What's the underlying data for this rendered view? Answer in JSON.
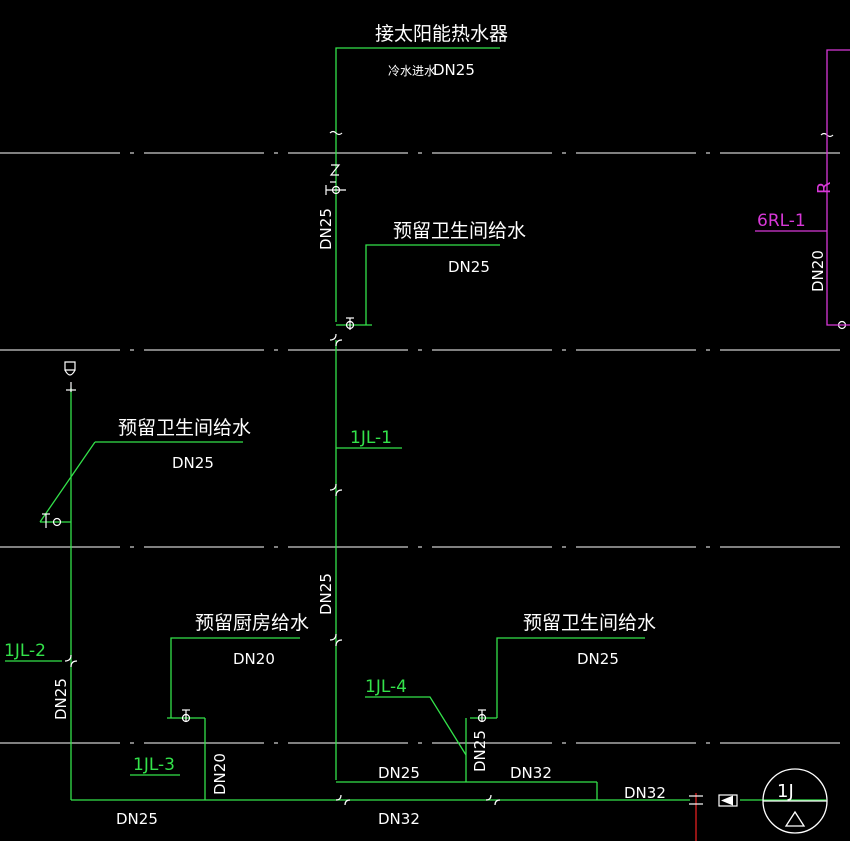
{
  "labels": {
    "solar_heater": "接太阳能热水器",
    "cold_water_inlet": "冷水进水",
    "dn25_top": "DN25",
    "riser_left_dn25": "DN25",
    "bath_reserve_top": "预留卫生间给水",
    "bath_reserve_top_dn": "DN25",
    "rl_tag": "6RL-1",
    "r_letter": "R",
    "rl_dn20": "DN20",
    "bath_reserve_left": "预留卫生间给水",
    "bath_reserve_left_dn": "DN25",
    "jl1": "1JL-1",
    "mid_riser_dn25": "DN25",
    "jl2": "1JL-2",
    "left_riser_dn25": "DN25",
    "kitchen_reserve": "预留厨房给水",
    "kitchen_reserve_dn": "DN20",
    "bath_reserve_right": "预留卫生间给水",
    "bath_reserve_right_dn": "DN25",
    "jl4": "1JL-4",
    "jl4_dn25": "DN25",
    "jl3": "1JL-3",
    "jl3_dn20": "DN20",
    "pipe_dn25_mid": "DN25",
    "pipe_dn32_mid": "DN32",
    "pipe_dn32_right": "DN32",
    "pipe_dn25_bottom": "DN25",
    "pipe_dn32_bottom": "DN32",
    "meter_top": "1J"
  },
  "colors": {
    "background": "#000000",
    "pipe_green": "#33e24a",
    "text_white": "#ffffff",
    "floor_line": "#ffffff",
    "hot_pipe_magenta": "#d838d8",
    "red_line": "#e02020"
  }
}
